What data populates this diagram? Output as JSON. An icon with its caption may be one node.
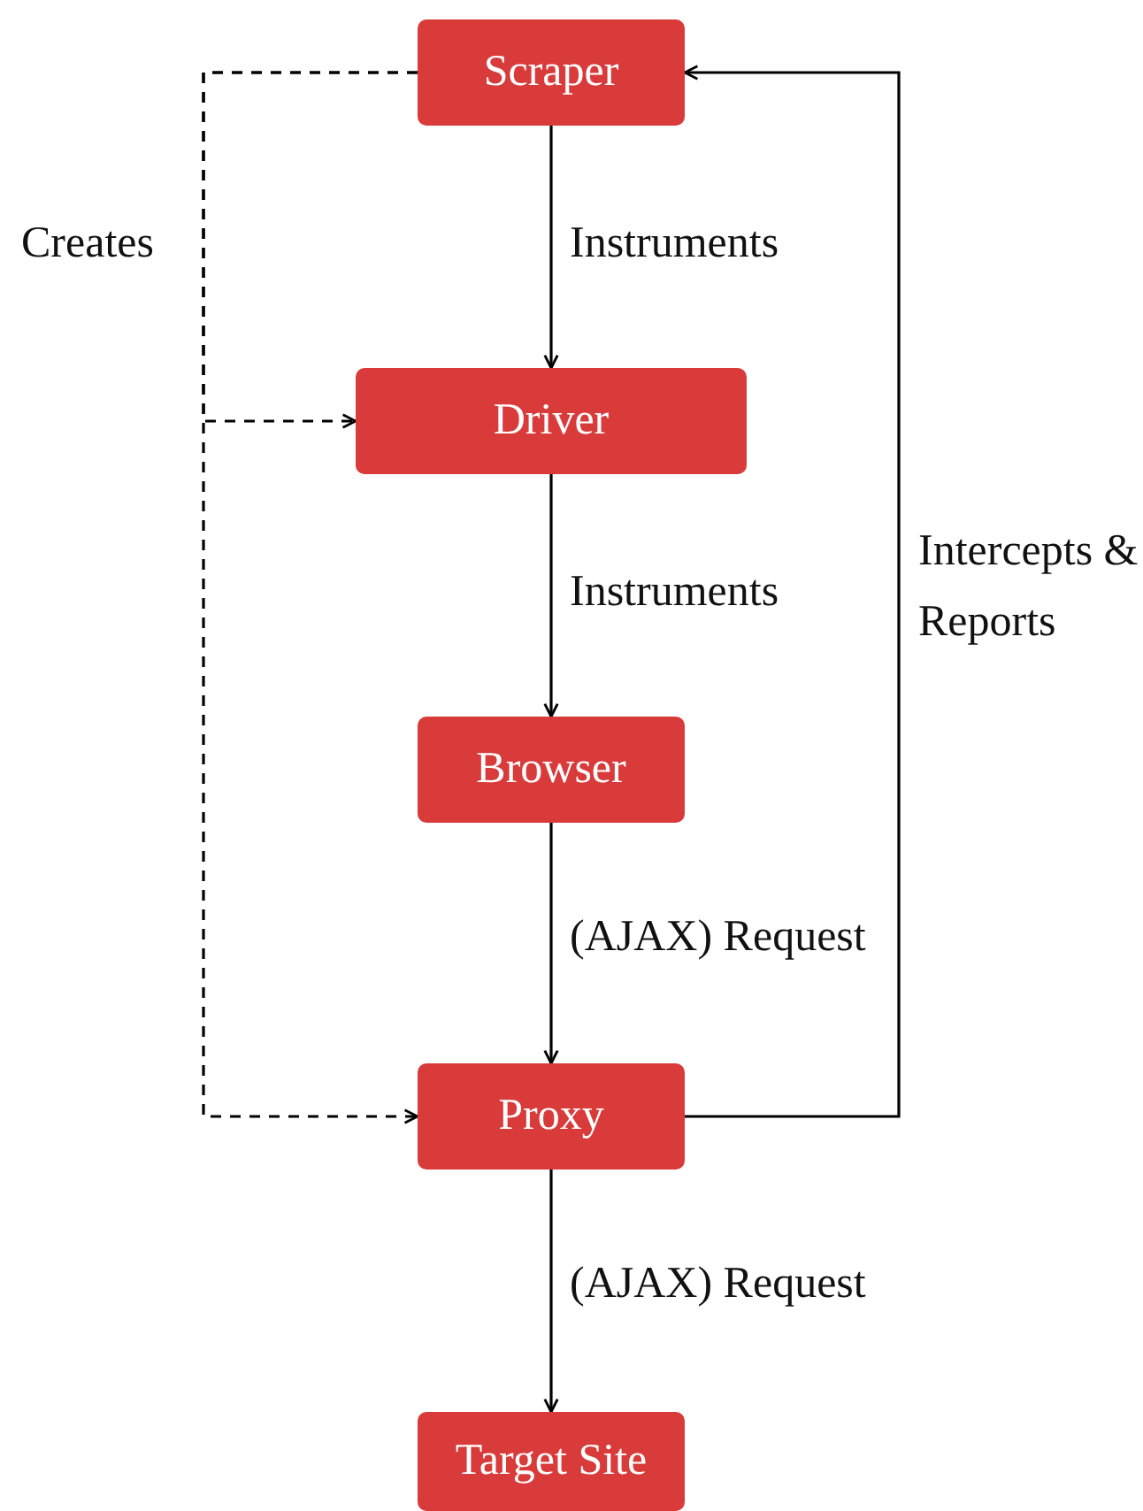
{
  "diagram": {
    "nodes": [
      {
        "text": [
          "Scraper"
        ]
      },
      {
        "text": [
          "Driver"
        ]
      },
      {
        "text": [
          "Browser"
        ]
      },
      {
        "text": [
          "Proxy"
        ]
      },
      {
        "text": [
          "Target Site"
        ]
      }
    ],
    "edges": [
      {
        "from": 0,
        "to": 1,
        "arrow": "to",
        "label": "Instruments"
      },
      {
        "from": 1,
        "to": 2,
        "arrow": "to",
        "label": "Instruments"
      },
      {
        "from": 2,
        "to": 3,
        "arrow": "to",
        "label": "(AJAX) Request"
      },
      {
        "from": 3,
        "to": 4,
        "arrow": "to",
        "label": "(AJAX) Request"
      },
      {
        "from": 3,
        "to": 0,
        "arrow": "to",
        "label": "Intercepts & Reports"
      },
      {
        "from": 0,
        "to": 1,
        "arrow": "to",
        "style": "dashed",
        "label": "Creates"
      },
      {
        "from": 0,
        "to": 3,
        "arrow": "to",
        "style": "dashed"
      }
    ]
  }
}
